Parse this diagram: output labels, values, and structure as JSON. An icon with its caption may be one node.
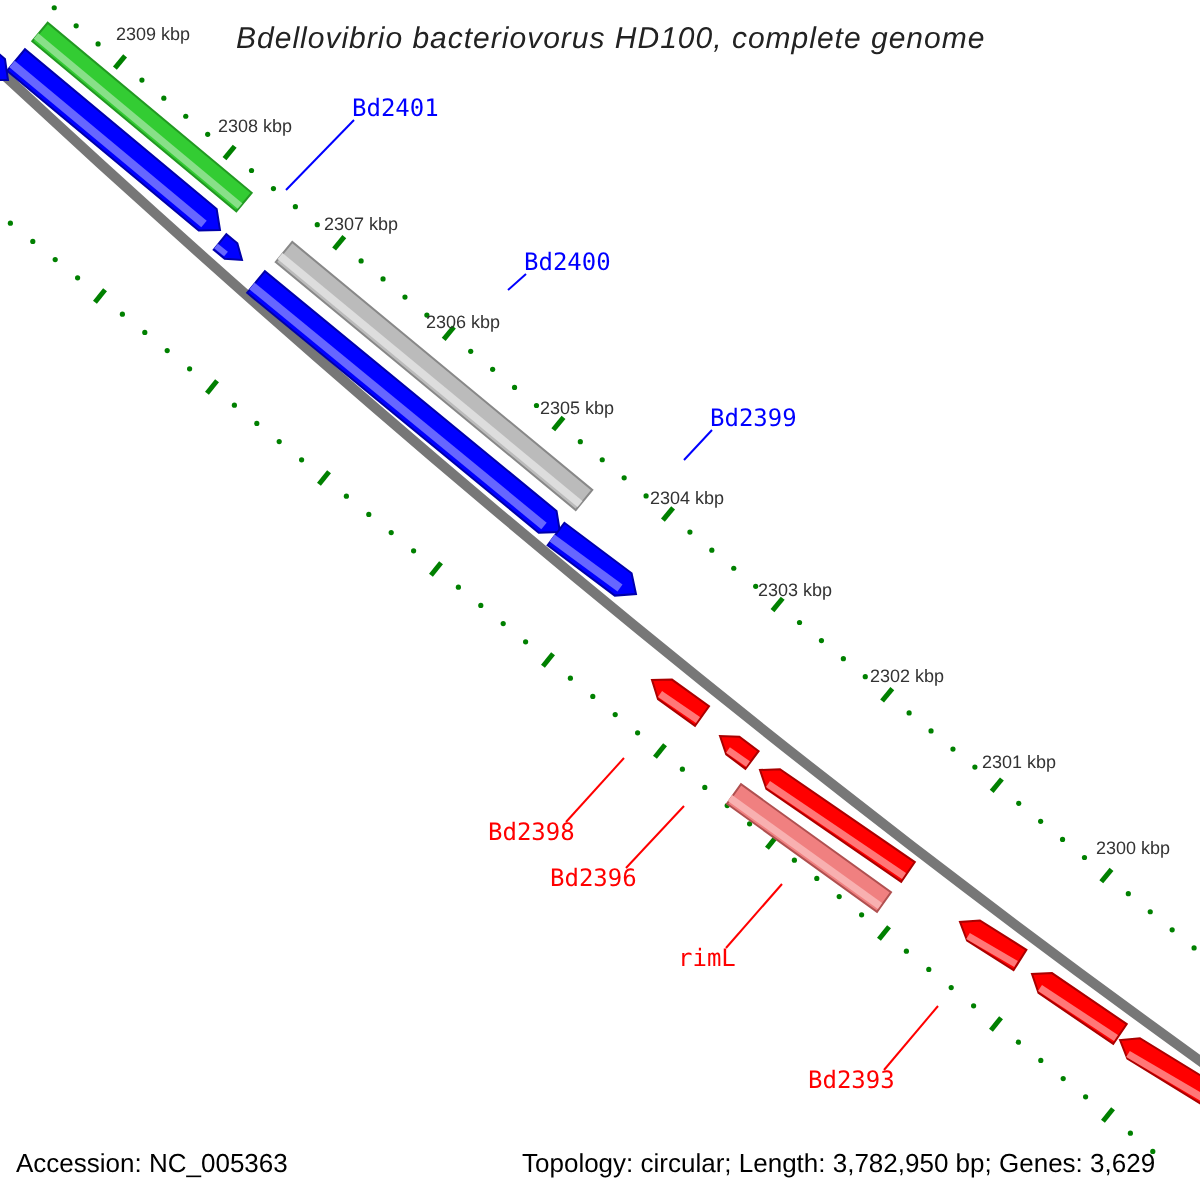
{
  "diagram": {
    "title": "Bdellovibrio bacteriovorus HD100, complete genome",
    "nodes": [
      {
        "text": [
          "Bd2401"
        ]
      },
      {
        "text": [
          "Bd2400"
        ]
      },
      {
        "text": [
          "Bd2399"
        ]
      },
      {
        "text": [
          "Bd2398"
        ]
      },
      {
        "text": [
          "Bd2396"
        ]
      },
      {
        "text": [
          "rimL"
        ]
      },
      {
        "text": [
          "Bd2393"
        ]
      }
    ],
    "edges": [
      {
        "from": 0,
        "to": null,
        "arrow": "none",
        "color": "#0000ff"
      },
      {
        "from": 1,
        "to": null,
        "arrow": "none",
        "color": "#0000ff"
      },
      {
        "from": 2,
        "to": null,
        "arrow": "none",
        "color": "#0000ff"
      },
      {
        "from": 3,
        "to": null,
        "arrow": "none"
      },
      {
        "from": 4,
        "to": null,
        "arrow": "none"
      },
      {
        "from": 5,
        "to": null,
        "arrow": "none"
      },
      {
        "from": 6,
        "to": null,
        "arrow": "none"
      }
    ],
    "labels": [
      "2309 kbp",
      "2308 kbp",
      "2307 kbp",
      "2306 kbp",
      "2305 kbp",
      "2304 kbp",
      "2303 kbp",
      "2302 kbp",
      "2301 kbp",
      "2300 kbp",
      "Accession: NC_005363",
      "Topology: circular; Length: 3,782,950 bp; Genes: 3,629"
    ]
  }
}
